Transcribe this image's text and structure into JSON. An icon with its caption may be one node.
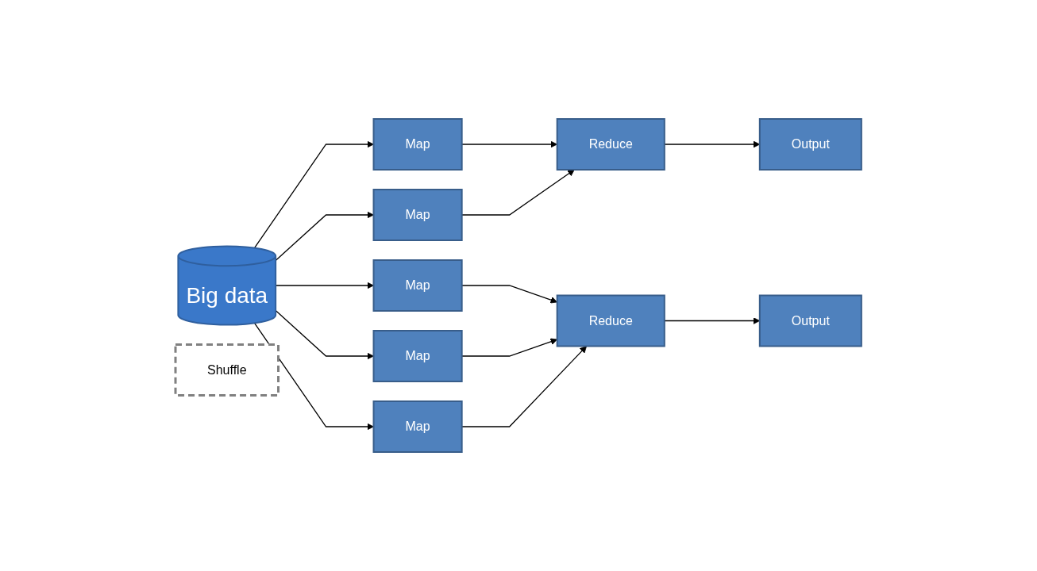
{
  "diagram": {
    "nodes": [
      {
        "text": [
          "Big data"
        ]
      },
      {
        "text": [
          "Map"
        ]
      },
      {
        "text": [
          "Map"
        ]
      },
      {
        "text": [
          "Map"
        ]
      },
      {
        "text": [
          "Map"
        ]
      },
      {
        "text": [
          "Map"
        ]
      },
      {
        "text": [
          "Shuffle"
        ]
      },
      {
        "text": [
          "Reduce"
        ]
      },
      {
        "text": [
          "Reduce"
        ]
      },
      {
        "text": [
          "Output"
        ]
      },
      {
        "text": [
          "Output"
        ]
      }
    ],
    "edges": [
      {
        "from": 0,
        "to": 1,
        "arrow": "to"
      },
      {
        "from": 0,
        "to": 2,
        "arrow": "to"
      },
      {
        "from": 0,
        "to": 3,
        "arrow": "to"
      },
      {
        "from": 0,
        "to": 4,
        "arrow": "to"
      },
      {
        "from": 0,
        "to": 5,
        "arrow": "to"
      },
      {
        "from": 1,
        "to": 7,
        "arrow": "to"
      },
      {
        "from": 2,
        "to": 8,
        "arrow": "to"
      },
      {
        "from": 3,
        "to": 8,
        "arrow": "to"
      },
      {
        "from": 4,
        "to": 8,
        "arrow": "to"
      },
      {
        "from": 5,
        "to": 7,
        "arrow": "to"
      },
      {
        "from": 7,
        "to": 9,
        "arrow": "to"
      },
      {
        "from": 8,
        "to": 10,
        "arrow": "to"
      }
    ]
  }
}
